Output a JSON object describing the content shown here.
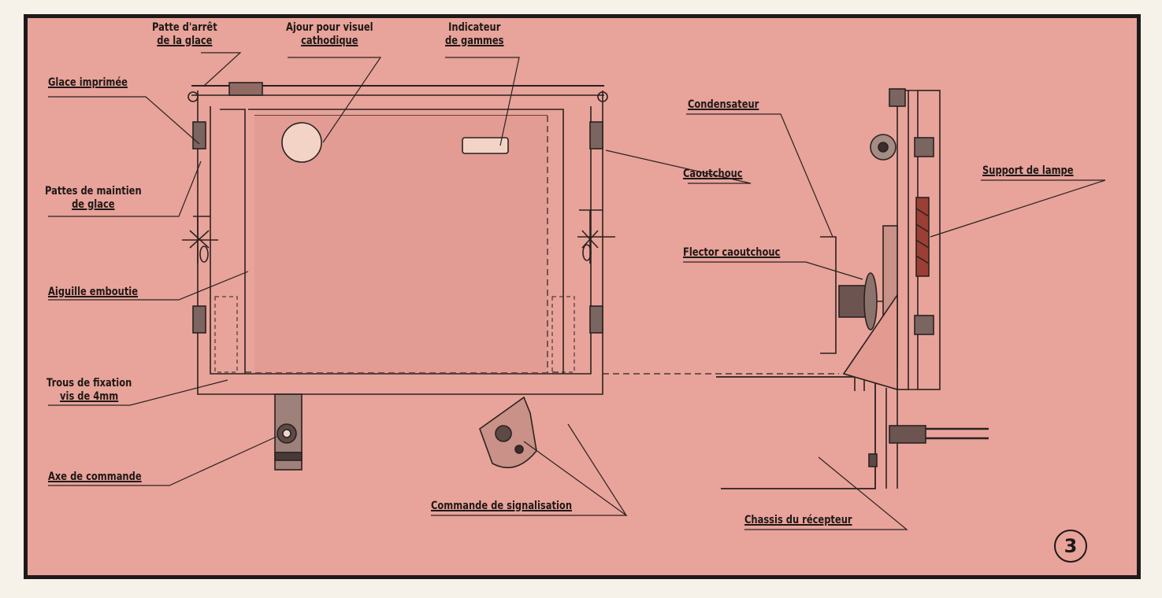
{
  "labels": {
    "patte_arret": [
      "Patte d'arrêt",
      "de la glace"
    ],
    "ajour": [
      "Ajour pour visuel",
      "cathodique"
    ],
    "indicateur": [
      "Indicateur",
      "de gammes"
    ],
    "glace_imprimee": "Glace imprimée",
    "pattes_maintien": [
      "Pattes de maintien",
      "de glace"
    ],
    "aiguille": "Aiguille emboutie",
    "trous": [
      "Trous de fixation",
      "vis de 4mm"
    ],
    "axe": "Axe de commande",
    "commande_signal": "Commande de signalisation",
    "condensateur": "Condensateur",
    "caoutchouc": "Caoutchouc",
    "flector": "Flector caoutchouc",
    "support_lampe": "Support de lampe",
    "chassis": "Chassis du récepteur"
  },
  "figure_number": "3",
  "colors": {
    "background": "#e8a39a",
    "ink": "#2a2220",
    "frame": "#1f1a1a"
  }
}
